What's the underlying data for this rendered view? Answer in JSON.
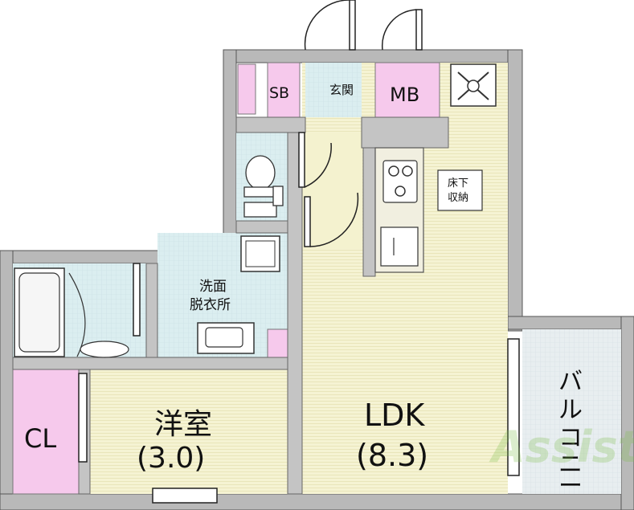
{
  "rooms": {
    "ldk": {
      "name": "LDK",
      "size": "(8.3)"
    },
    "western": {
      "name": "洋室",
      "size": "(3.0)"
    },
    "closet": "CL",
    "washroom_line1": "洗面",
    "washroom_line2": "脱衣所",
    "entrance": "玄関",
    "shoe_box": "SB",
    "meter_box": "MB",
    "underfloor_line1": "床下",
    "underfloor_line2": "収納",
    "balcony": [
      "バ",
      "ル",
      "コ",
      "ニ",
      "ー"
    ]
  },
  "watermark": "Assist",
  "colors": {
    "wall": "#b9b9b9",
    "floor": "#f4f2cf",
    "wet_area": "#dcecef",
    "storage": "#f6c9ec",
    "balcony": "#e4ecef"
  }
}
